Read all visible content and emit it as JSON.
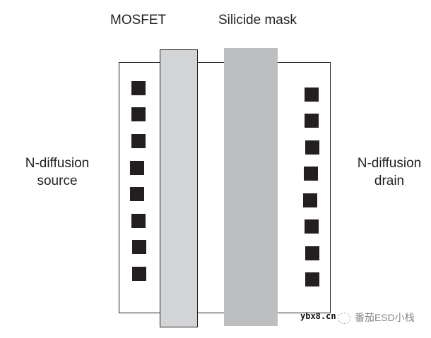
{
  "labels": {
    "mosfet": "MOSFET",
    "silicide_mask": "Silicide mask",
    "source_line1": "N-diffusion",
    "source_line2": "source",
    "drain_line1": "N-diffusion",
    "drain_line2": "drain"
  },
  "colors": {
    "outline": "#231f20",
    "mosfet_fill": "#d3d4d6",
    "silicide_fill": "#bdbebf",
    "contact_fill": "#231f20",
    "background": "#ffffff"
  },
  "contacts": {
    "source_count": 8,
    "drain_count": 8
  },
  "watermark": {
    "site": "ybx8.cn",
    "name": "番茄ESD小栈"
  }
}
